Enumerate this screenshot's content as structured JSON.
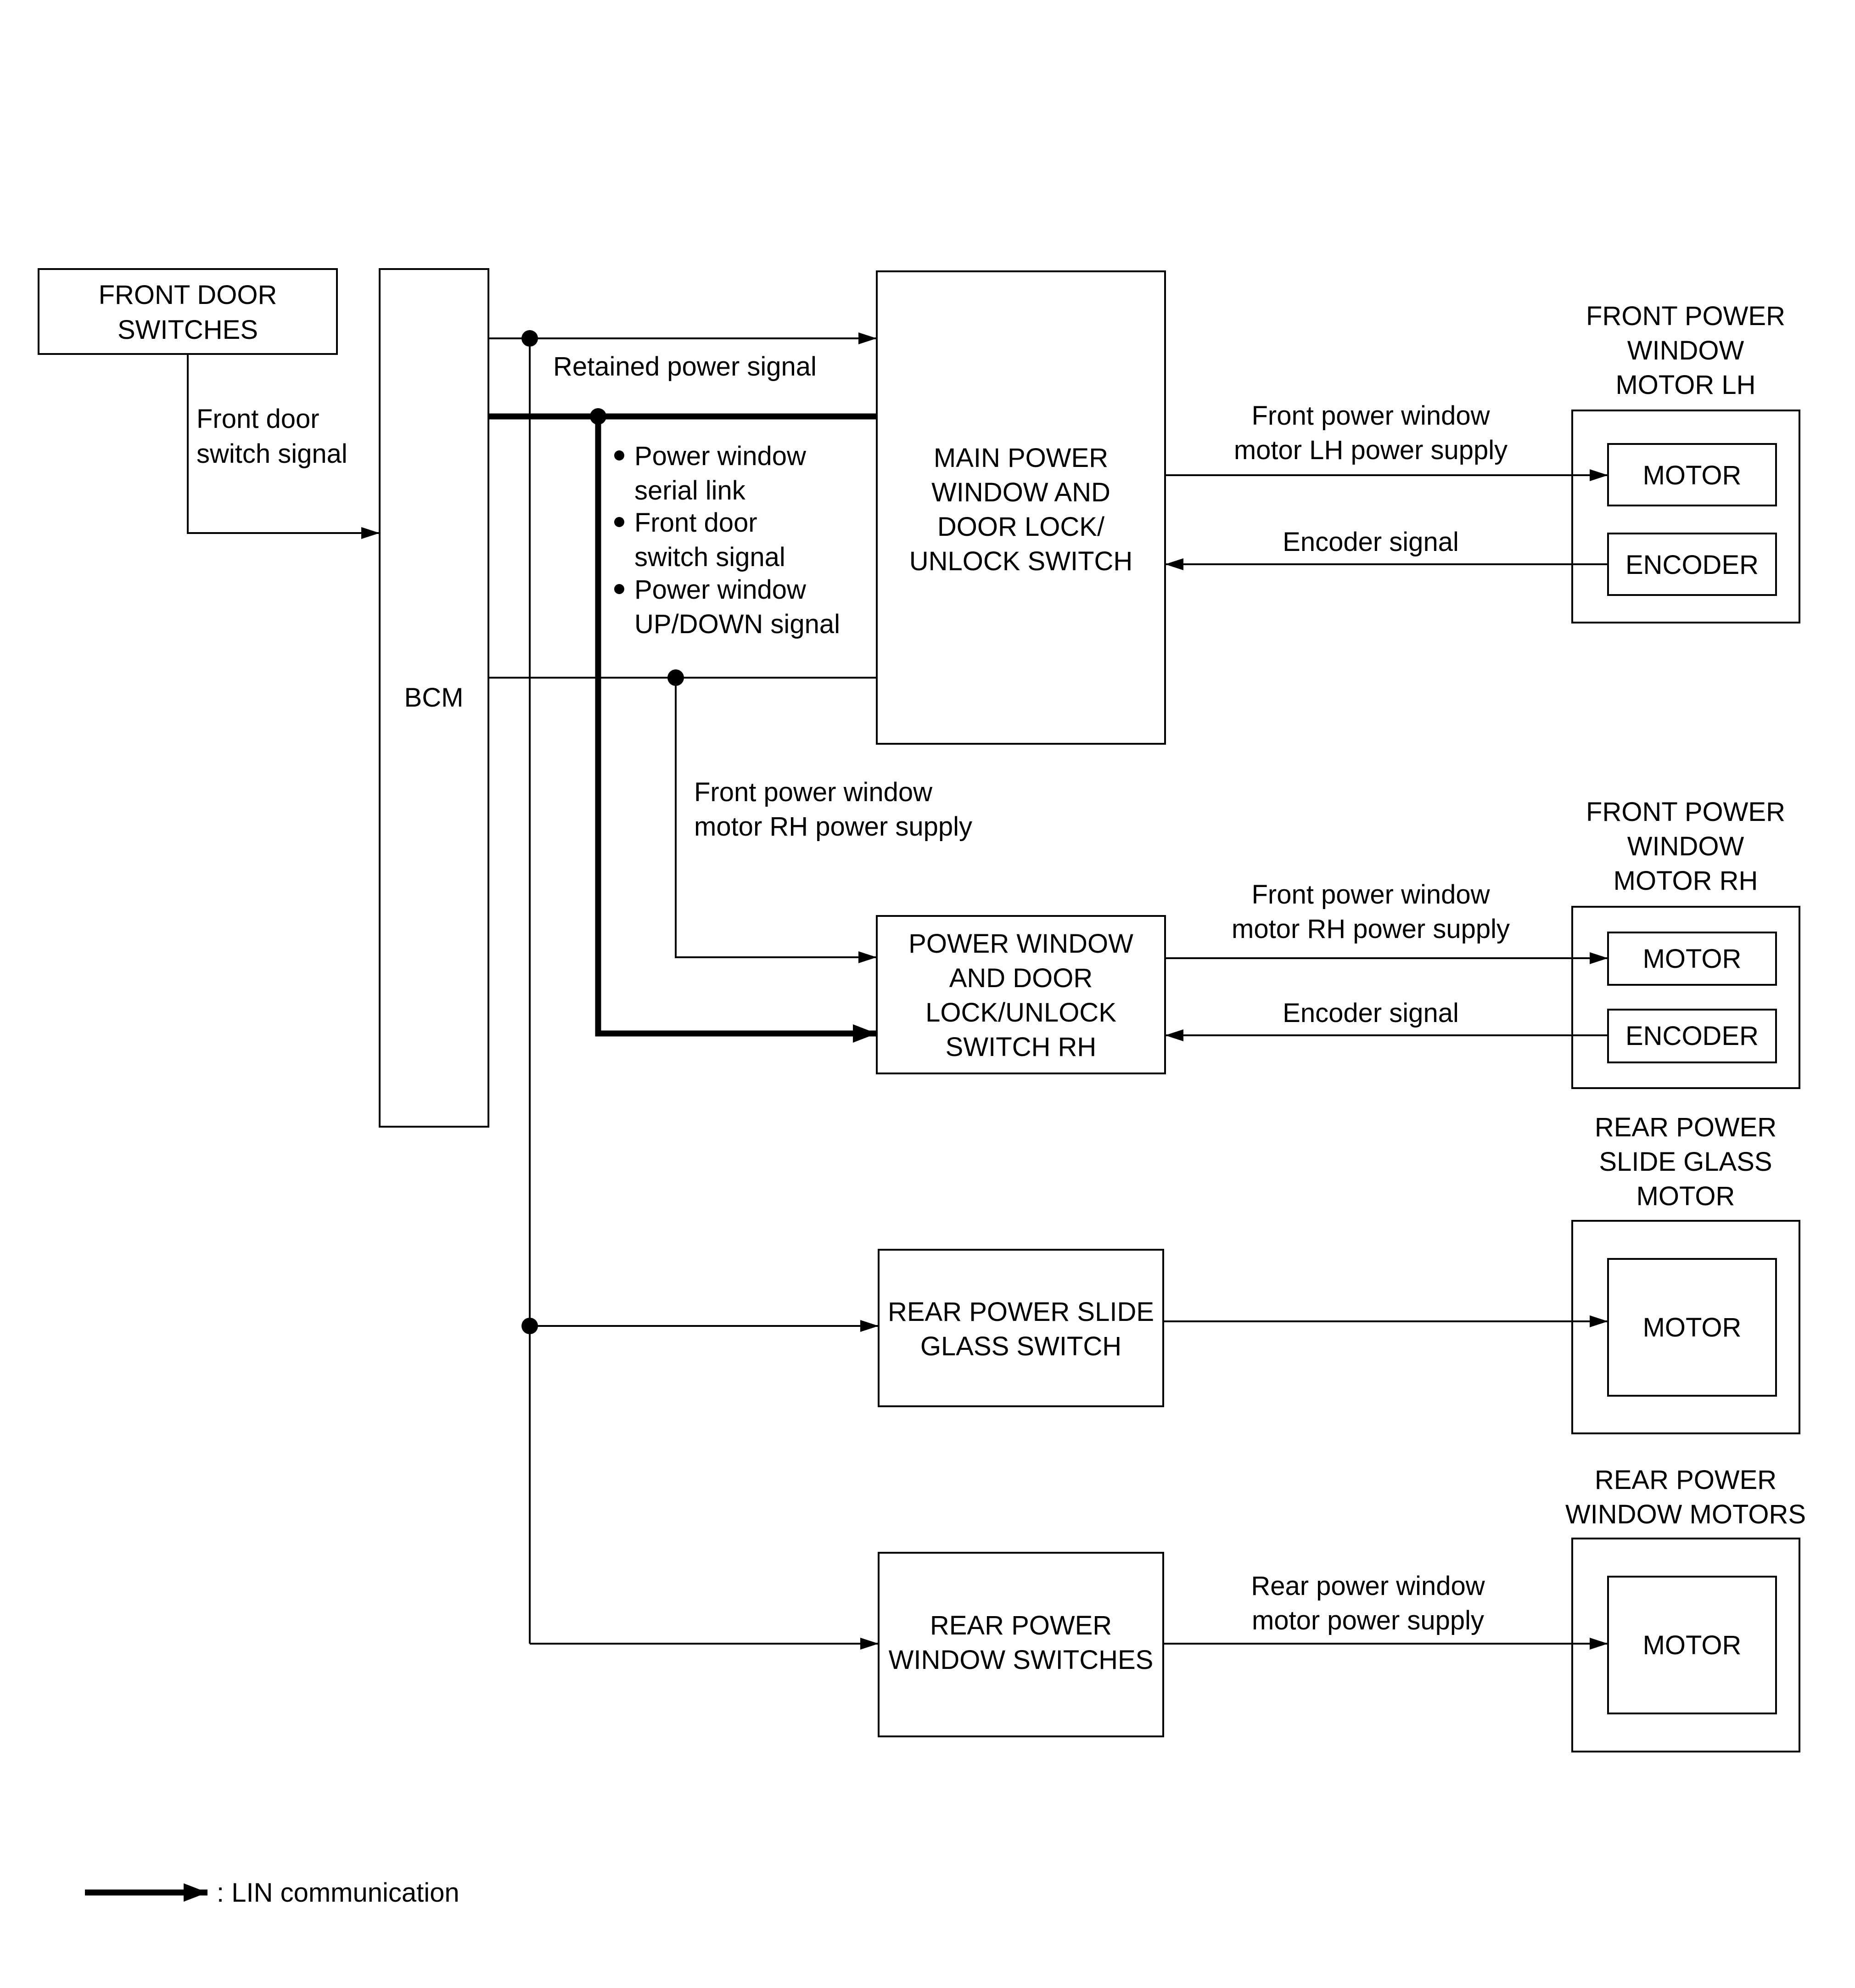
{
  "boxes": {
    "front_door_switches": [
      "FRONT DOOR",
      "SWITCHES"
    ],
    "bcm": [
      "BCM"
    ],
    "main_switch": [
      "MAIN POWER",
      "WINDOW AND",
      "DOOR LOCK/",
      "UNLOCK SWITCH"
    ],
    "rh_switch": [
      "POWER WINDOW",
      "AND DOOR",
      "LOCK/UNLOCK",
      "SWITCH RH"
    ],
    "rear_slide_switch": [
      "REAR POWER SLIDE",
      "GLASS SWITCH"
    ],
    "rear_window_switches": [
      "REAR POWER",
      "WINDOW SWITCHES"
    ]
  },
  "components": {
    "front_lh": {
      "title": [
        "FRONT POWER",
        "WINDOW",
        "MOTOR LH"
      ],
      "motor": "MOTOR",
      "encoder": "ENCODER"
    },
    "front_rh": {
      "title": [
        "FRONT POWER",
        "WINDOW",
        "MOTOR RH"
      ],
      "motor": "MOTOR",
      "encoder": "ENCODER"
    },
    "rear_slide": {
      "title": [
        "REAR POWER",
        "SLIDE GLASS",
        "MOTOR"
      ],
      "motor": "MOTOR"
    },
    "rear_windows": {
      "title": [
        "REAR POWER",
        "WINDOW MOTORS"
      ],
      "motor": "MOTOR"
    }
  },
  "signals": {
    "front_door_switch": [
      "Front door",
      "switch signal"
    ],
    "retained_power": [
      "Retained power signal"
    ],
    "lin_bullets": [
      "Power window",
      "serial link",
      "Front door",
      "switch signal",
      "Power window",
      "UP/DOWN signal"
    ],
    "rh_power_supply_bcm": [
      "Front power window",
      "motor RH power supply"
    ],
    "lh_power_supply": [
      "Front power window",
      "motor LH power supply"
    ],
    "lh_encoder": [
      "Encoder signal"
    ],
    "rh_power_supply": [
      "Front power window",
      "motor RH power supply"
    ],
    "rh_encoder": [
      "Encoder signal"
    ],
    "rear_power_supply": [
      "Rear power window",
      "motor power supply"
    ]
  },
  "legend": {
    "label": ": LIN communication"
  }
}
